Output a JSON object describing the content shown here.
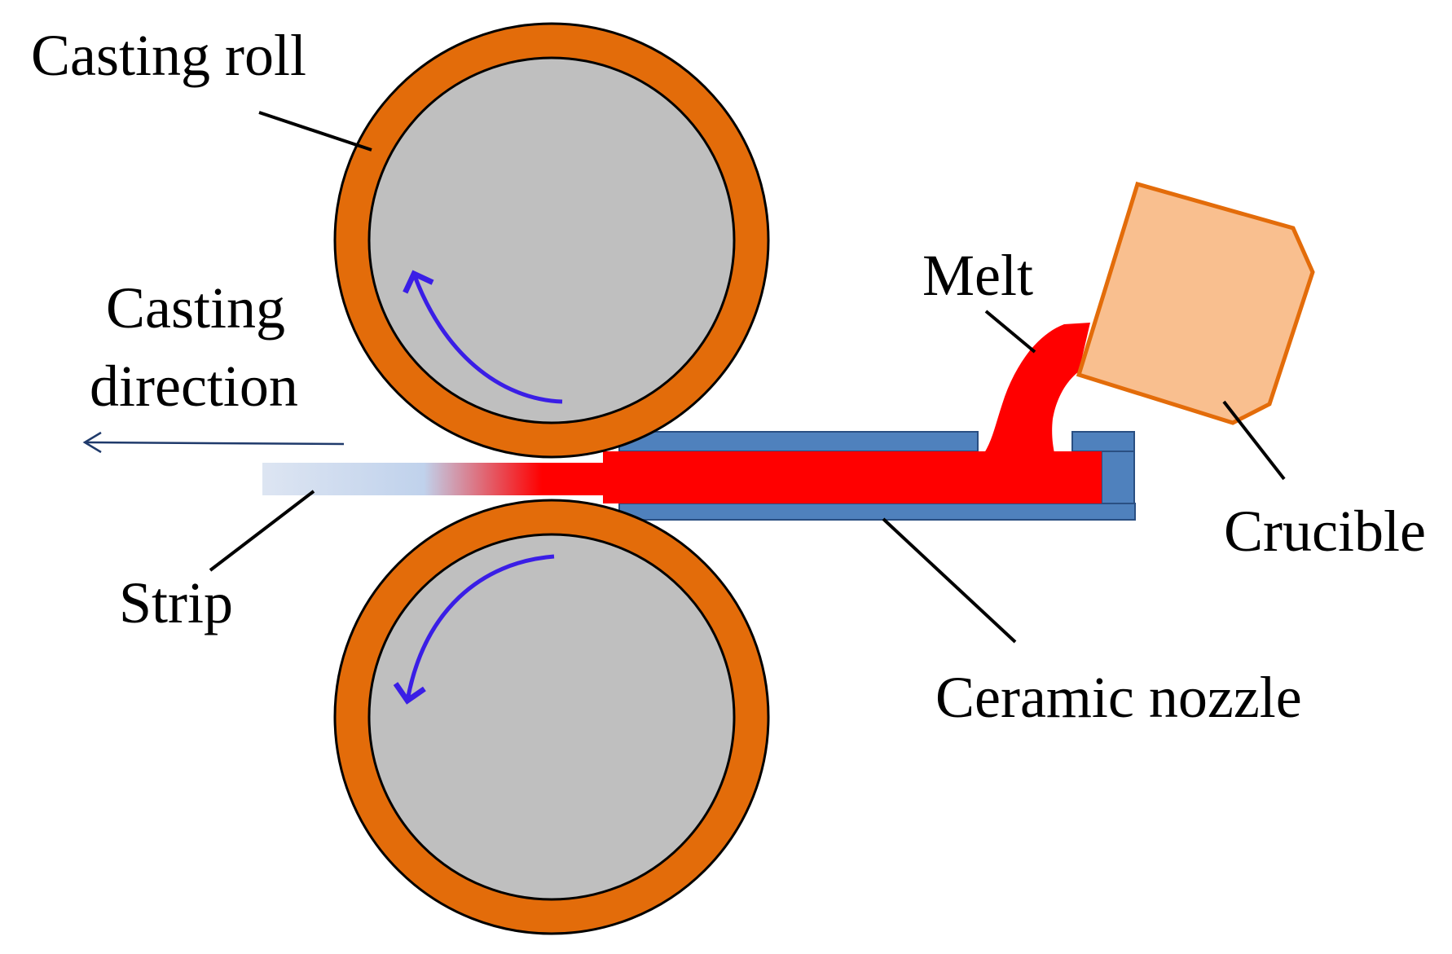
{
  "labels": {
    "casting_roll": "Casting roll",
    "casting_direction_line1": "Casting",
    "casting_direction_line2": "direction",
    "melt": "Melt",
    "crucible": "Crucible",
    "strip": "Strip",
    "ceramic_nozzle": "Ceramic nozzle"
  },
  "colors": {
    "roll_shell": "#e36c0a",
    "roll_core": "#bfbfbf",
    "rotation_arrow": "#3a1ee6",
    "melt": "#ff0000",
    "nozzle": "#4f81bd",
    "nozzle_outline": "#2a4f82",
    "crucible_fill": "#f9bf8f",
    "crucible_outline": "#e36c0a",
    "direction_arrow": "#1f3a6b",
    "strip_cold": "#dde5f2",
    "strip_mid": "#c0d2ec",
    "leader_line": "#000000"
  }
}
